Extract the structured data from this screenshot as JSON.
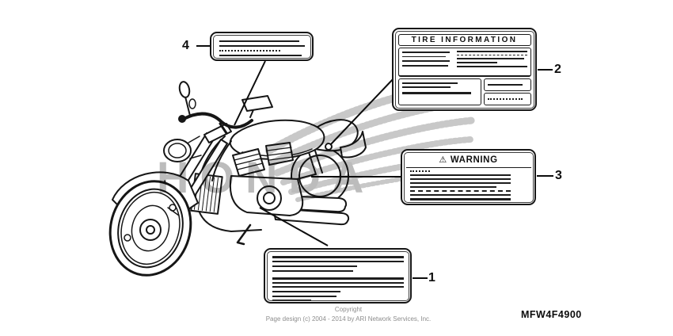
{
  "page": {
    "part_code": "MFW4F4900",
    "copyright_line1": "Copyright",
    "copyright_line2": "Page design (c) 2004 - 2014 by ARI Network Services, Inc.",
    "ink_color": "#161616",
    "watermark_color": "#b9b9b9"
  },
  "watermark": {
    "text": "HONDA",
    "icon": "honda-wing"
  },
  "labels": {
    "label4": {
      "callout": "4",
      "lines": [
        {
          "w": 94,
          "t": 2,
          "mt": 2,
          "style": "solid"
        },
        {
          "w": 100,
          "t": 2,
          "mt": 4,
          "style": "solid"
        },
        {
          "w": 72,
          "t": 2,
          "mt": 4,
          "style": "dotted"
        },
        {
          "w": 97,
          "t": 2,
          "mt": 4,
          "style": "solid"
        }
      ]
    },
    "tire_info": {
      "callout": "2",
      "title": "TIRE INFORMATION",
      "body_left_lines": [
        {
          "w": 96,
          "t": 2,
          "mt": 2,
          "style": "solid"
        },
        {
          "w": 88,
          "t": 1,
          "mt": 4,
          "style": "solid"
        },
        {
          "w": 96,
          "t": 2,
          "mt": 4,
          "style": "solid"
        },
        {
          "w": 92,
          "t": 2,
          "mt": 4,
          "style": "solid"
        }
      ],
      "body_right_lines": [
        {
          "w": 100,
          "t": 2,
          "mt": 1,
          "style": "solid"
        },
        {
          "w": 100,
          "t": 1,
          "mt": 3,
          "style": "dashed"
        },
        {
          "w": 96,
          "t": 2,
          "mt": 3,
          "style": "solid"
        },
        {
          "w": 58,
          "t": 2,
          "mt": 3,
          "style": "solid"
        },
        {
          "w": 100,
          "t": 2,
          "mt": 3,
          "style": "solid"
        }
      ],
      "bottom_left_lines": [
        {
          "w": 74,
          "t": 2,
          "mt": 2,
          "style": "solid"
        },
        {
          "w": 64,
          "t": 2,
          "mt": 3,
          "style": "solid"
        },
        {
          "w": 92,
          "t": 3,
          "mt": 5,
          "style": "solid"
        }
      ],
      "bottom_right_top_lines": [
        {
          "w": 88,
          "t": 2,
          "mt": 0,
          "style": "solid"
        }
      ],
      "bottom_right_bottom_lines": [
        {
          "w": 88,
          "t": 2,
          "mt": 0,
          "style": "dotted"
        }
      ]
    },
    "warning": {
      "callout": "3",
      "icon": "⚠",
      "title": "WARNING",
      "lines": [
        {
          "w": 17,
          "t": 2,
          "mt": 2,
          "style": "dotted"
        },
        {
          "w": 86,
          "t": 2,
          "mt": 3,
          "style": "solid"
        },
        {
          "w": 86,
          "t": 2,
          "mt": 3,
          "style": "solid"
        },
        {
          "w": 86,
          "t": 2,
          "mt": 3,
          "style": "solid"
        },
        {
          "w": 74,
          "t": 2,
          "mt": 3,
          "style": "solid"
        },
        {
          "w": 86,
          "t": 2,
          "mt": 3,
          "style": "dashed"
        },
        {
          "w": 86,
          "t": 2,
          "mt": 3,
          "style": "solid"
        },
        {
          "w": 86,
          "t": 3,
          "mt": 3,
          "style": "solid"
        }
      ]
    },
    "label1": {
      "callout": "1",
      "lines": [
        {
          "w": 100,
          "t": 3,
          "mt": 0,
          "style": "solid"
        },
        {
          "w": 100,
          "t": 2,
          "mt": 3,
          "style": "solid"
        },
        {
          "w": 65,
          "t": 2,
          "mt": 4,
          "style": "solid"
        },
        {
          "w": 62,
          "t": 2,
          "mt": 4,
          "style": "solid"
        },
        {
          "w": 100,
          "t": 3,
          "mt": 7,
          "style": "solid"
        },
        {
          "w": 100,
          "t": 2,
          "mt": 3,
          "style": "solid"
        },
        {
          "w": 100,
          "t": 2,
          "mt": 3,
          "style": "solid"
        },
        {
          "w": 52,
          "t": 2,
          "mt": 4,
          "style": "solid"
        },
        {
          "w": 49,
          "t": 2,
          "mt": 4,
          "style": "solid"
        },
        {
          "w": 30,
          "t": 2,
          "mt": 3,
          "style": "solid"
        }
      ]
    }
  }
}
